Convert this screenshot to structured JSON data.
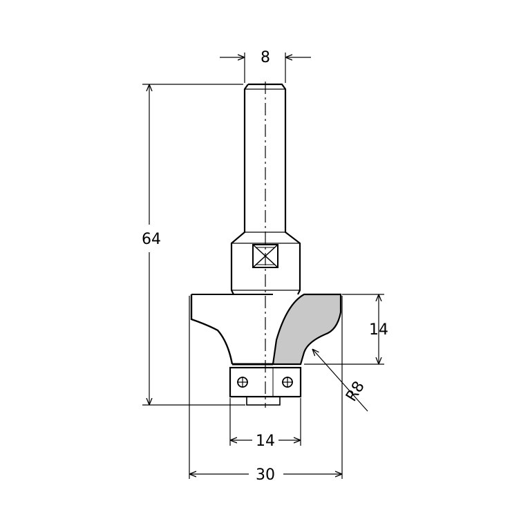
{
  "drawing": {
    "title": "",
    "colors": {
      "line": "#000000",
      "cutter_fill": "#c8c8c8",
      "background": "#ffffff"
    },
    "dimensions": {
      "shank_diameter": "8",
      "total_length": "64",
      "cutting_height": "14",
      "radius": "R8",
      "bearing_diameter": "14",
      "cutting_diameter": "30"
    }
  }
}
